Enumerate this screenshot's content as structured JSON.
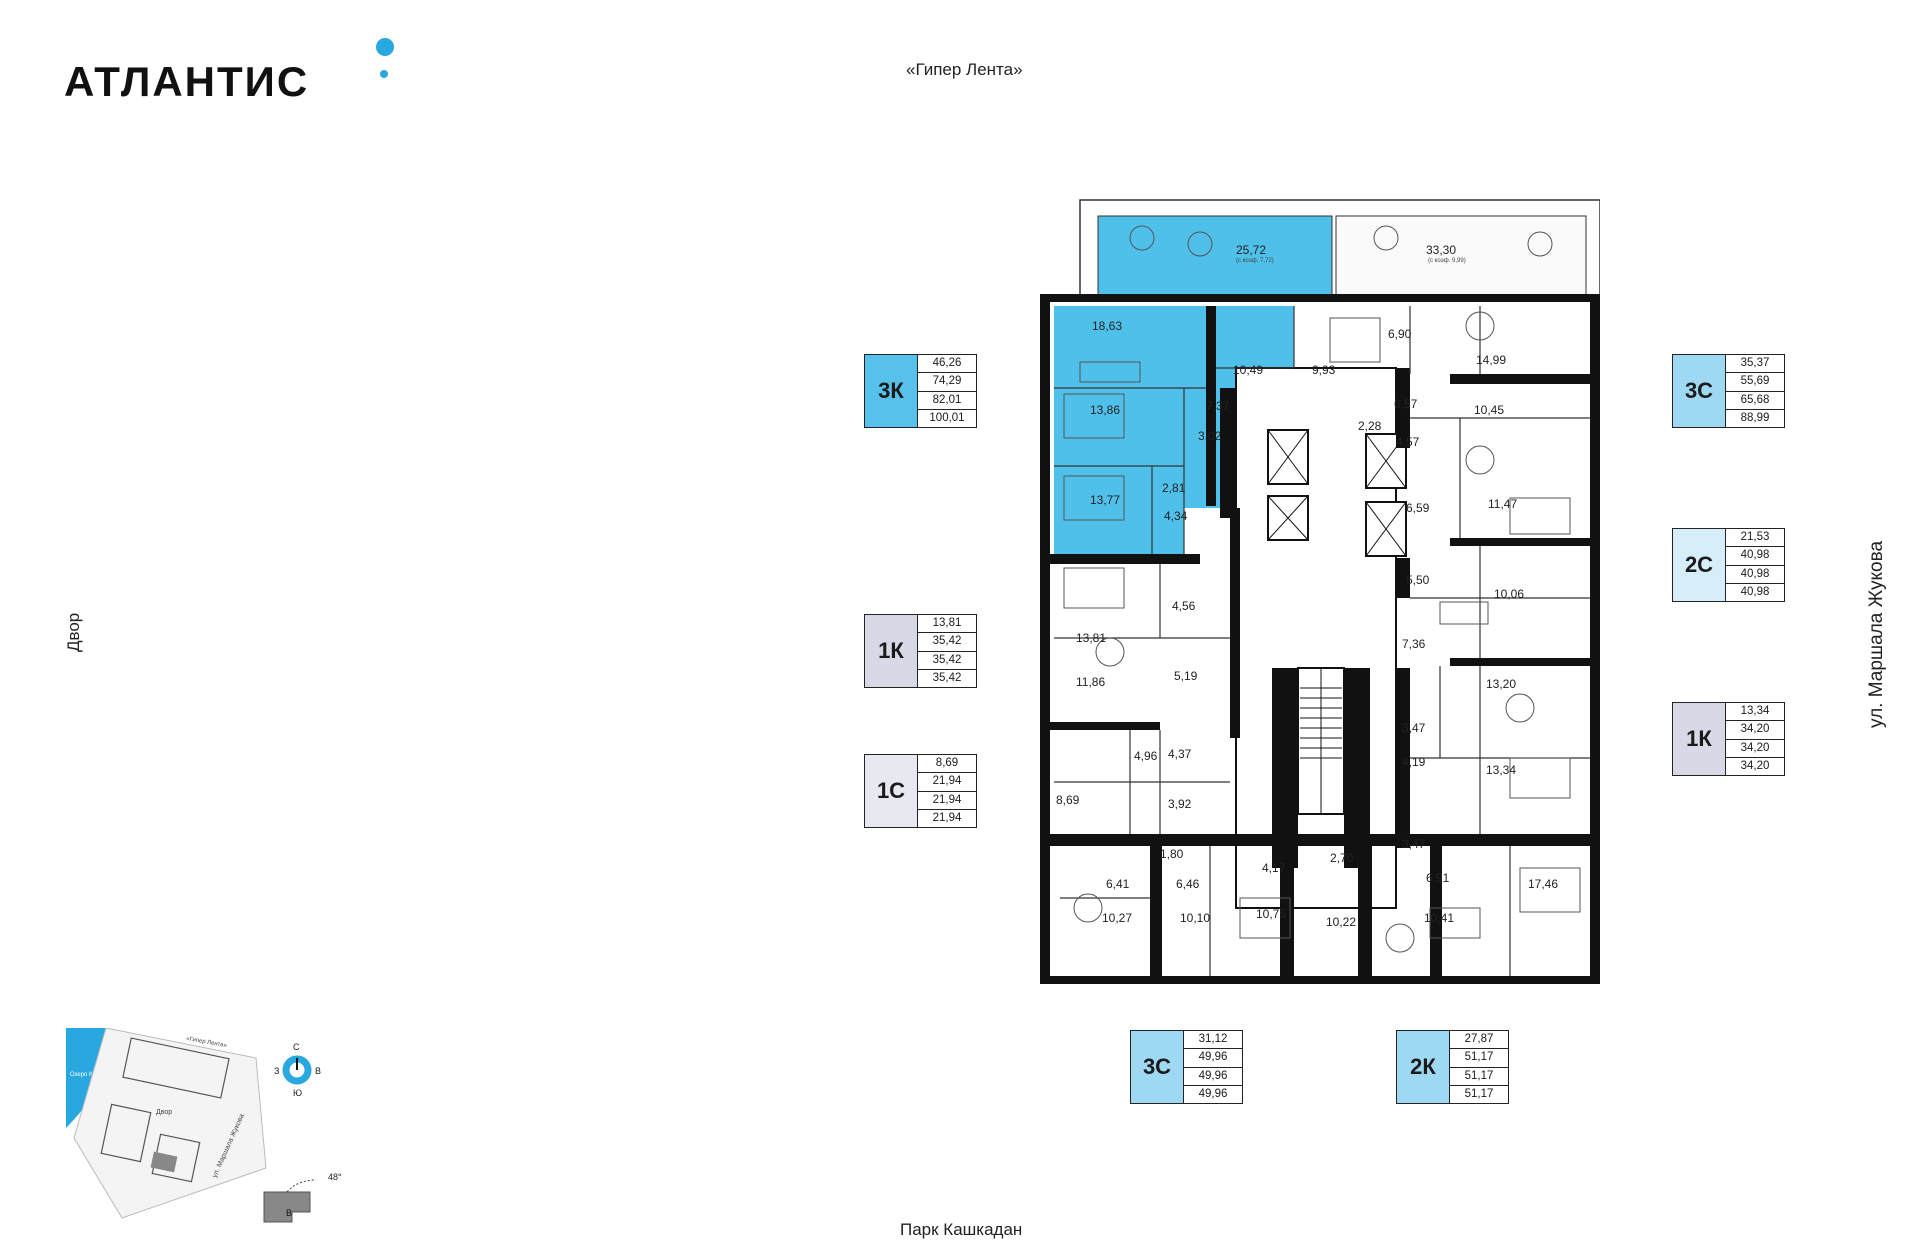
{
  "logo": {
    "text": "АТЛАНТИС"
  },
  "labels": {
    "top_street": "«Гипер Лента»",
    "bottom_street": "Парк Кашкадан",
    "left_side": "Двор",
    "right_side": "ул. Маршала Жукова"
  },
  "colors": {
    "accent": "#29a8e0",
    "selected_fill": "#4fc0ea",
    "card_3k": "#56c2ec",
    "card_3c": "#9fd8f2",
    "card_2c": "#d6eef9",
    "card_1k": "#d7d9e7",
    "card_1c": "#e8e9f0",
    "card_2k": "#9fd8f2"
  },
  "apartments": [
    {
      "code": "3К",
      "areas": [
        "46,26",
        "74,29",
        "82,01",
        "100,01"
      ],
      "color": "#56c2ec"
    },
    {
      "code": "1К",
      "areas": [
        "13,81",
        "35,42",
        "35,42",
        "35,42"
      ],
      "color": "#d7d9e7"
    },
    {
      "code": "1С",
      "areas": [
        "8,69",
        "21,94",
        "21,94",
        "21,94"
      ],
      "color": "#e8e9f0"
    },
    {
      "code": "3С",
      "areas": [
        "35,37",
        "55,69",
        "65,68",
        "88,99"
      ],
      "color": "#9fd8f2"
    },
    {
      "code": "2С",
      "areas": [
        "21,53",
        "40,98",
        "40,98",
        "40,98"
      ],
      "color": "#d6eef9"
    },
    {
      "code": "1К",
      "areas": [
        "13,34",
        "34,20",
        "34,20",
        "34,20"
      ],
      "color": "#d7d9e7"
    },
    {
      "code": "3С",
      "areas": [
        "31,12",
        "49,96",
        "49,96",
        "49,96"
      ],
      "color": "#9fd8f2"
    },
    {
      "code": "2К",
      "areas": [
        "27,87",
        "51,17",
        "51,17",
        "51,17"
      ],
      "color": "#9fd8f2"
    }
  ],
  "rooms": [
    {
      "label": "25,72"
    },
    {
      "label": "33,30"
    },
    {
      "label": "18,63"
    },
    {
      "label": "10,49"
    },
    {
      "label": "13,86"
    },
    {
      "label": "7,37"
    },
    {
      "label": "3,02"
    },
    {
      "label": "13,77"
    },
    {
      "label": "2,81"
    },
    {
      "label": "4,34"
    },
    {
      "label": "9,93"
    },
    {
      "label": "6,90"
    },
    {
      "label": "14,99"
    },
    {
      "label": "6,57"
    },
    {
      "label": "2,28"
    },
    {
      "label": "4,57"
    },
    {
      "label": "10,45"
    },
    {
      "label": "6,59"
    },
    {
      "label": "11,47"
    },
    {
      "label": "5,50"
    },
    {
      "label": "10,06"
    },
    {
      "label": "7,36"
    },
    {
      "label": "13,20"
    },
    {
      "label": "3,47"
    },
    {
      "label": "4,19"
    },
    {
      "label": "13,34"
    },
    {
      "label": "3,47"
    },
    {
      "label": "6,91"
    },
    {
      "label": "17,46"
    },
    {
      "label": "10,41"
    },
    {
      "label": "2,70"
    },
    {
      "label": "10,22"
    },
    {
      "label": "4,17"
    },
    {
      "label": "10,75"
    },
    {
      "label": "13,81"
    },
    {
      "label": "4,56"
    },
    {
      "label": "11,86"
    },
    {
      "label": "5,19"
    },
    {
      "label": "4,96"
    },
    {
      "label": "4,37"
    },
    {
      "label": "8,69"
    },
    {
      "label": "3,92"
    },
    {
      "label": "1,80"
    },
    {
      "label": "6,41"
    },
    {
      "label": "6,46"
    },
    {
      "label": "10,27"
    },
    {
      "label": "10,10"
    }
  ],
  "terrace_notes": [
    "(с коэф. 7,72)",
    "(с коэф. 9,99)"
  ],
  "minimap": {
    "lake": "Озеро Кашкадан",
    "top": "«Гипер Лента»",
    "yard": "Двор",
    "street": "ул. Маршала Жукова",
    "compass": {
      "n": "С",
      "s": "Ю",
      "w": "З",
      "e": "В"
    },
    "angle": "48°",
    "section": "В"
  }
}
